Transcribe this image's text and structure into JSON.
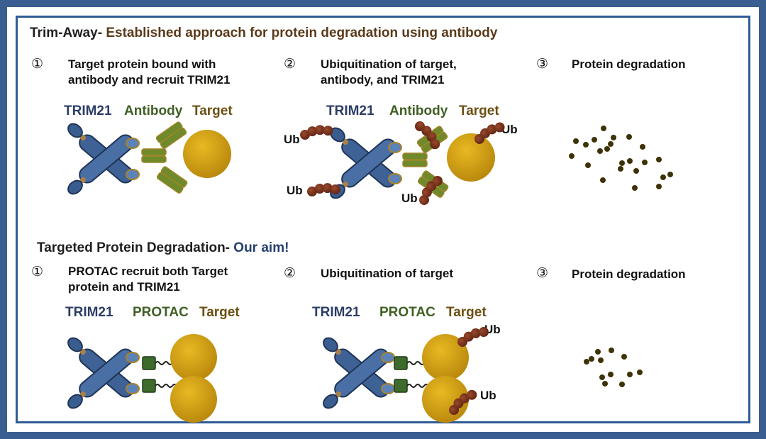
{
  "section1": {
    "title_lead": "Trim-Away-",
    "title_rest": "Established approach for protein degradation using antibody",
    "steps": [
      {
        "num": "①",
        "line1": "Target protein bound with",
        "line2": "antibody and recruit TRIM21"
      },
      {
        "num": "②",
        "line1": "Ubiquitination  of target,",
        "line2": "antibody, and TRIM21"
      },
      {
        "num": "③",
        "line1": "Protein degradation",
        "line2": ""
      }
    ],
    "labels": {
      "trim21": "TRIM21",
      "antibody": "Antibody",
      "target": "Target"
    },
    "ub": "Ub"
  },
  "section2": {
    "title_lead": "Targeted  Protein Degradation-",
    "title_rest": "Our aim!",
    "steps": [
      {
        "num": "①",
        "line1": "PROTAC recruit both Target",
        "line2": "protein and TRIM21"
      },
      {
        "num": "②",
        "line1": "Ubiquitination  of target",
        "line2": ""
      },
      {
        "num": "③",
        "line1": "Protein degradation",
        "line2": ""
      }
    ],
    "labels": {
      "trim21": "TRIM21",
      "protac": "PROTAC",
      "target": "Target"
    },
    "ub": "Ub"
  },
  "colors": {
    "trim21_blue": "#3a5d8f",
    "antibody_green": "#6f8a2a",
    "target_gold": "#d19f0c",
    "ub_brown": "#6e2a17",
    "protac_green": "#3e6b2c",
    "fragment_dark": "#3d3208"
  }
}
